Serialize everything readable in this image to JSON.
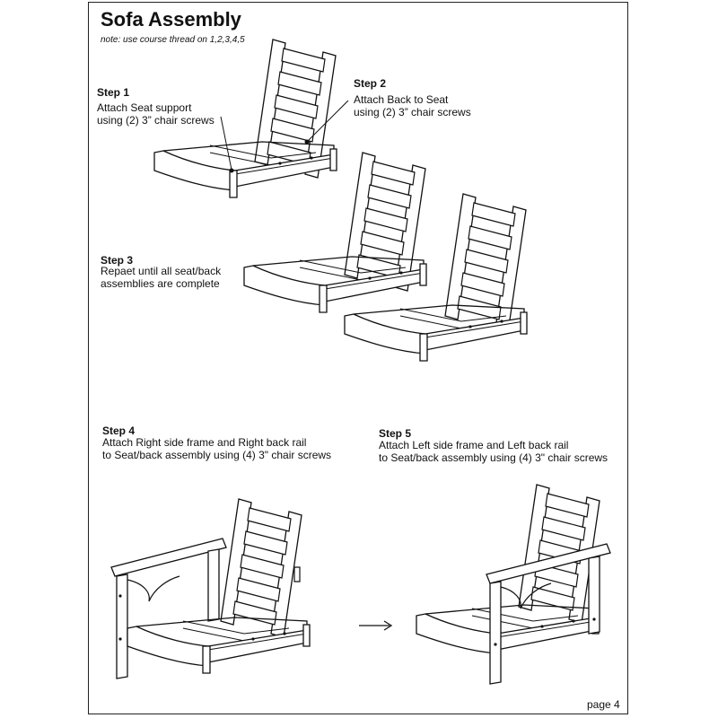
{
  "document": {
    "title": "Sofa Assembly",
    "note": "note: use course thread on 1,2,3,4,5",
    "page_label": "page 4"
  },
  "steps": [
    {
      "label": "Step 1",
      "text": "Attach Seat support\nusing (2) 3” chair screws"
    },
    {
      "label": "Step 2",
      "text": "Attach Back to Seat\nusing (2) 3” chair screws"
    },
    {
      "label": "Step 3",
      "text": "Repaet until all seat/back\nassemblies are complete"
    },
    {
      "label": "Step 4",
      "text": "Attach Right side frame and Right back rail\nto Seat/back assembly using (4) 3\" chair screws"
    },
    {
      "label": "Step 5",
      "text": "Attach Left side frame and Left back rail\nto Seat/back assembly using (4) 3\" chair screws"
    }
  ],
  "colors": {
    "line": "#111111",
    "paper": "#ffffff"
  }
}
